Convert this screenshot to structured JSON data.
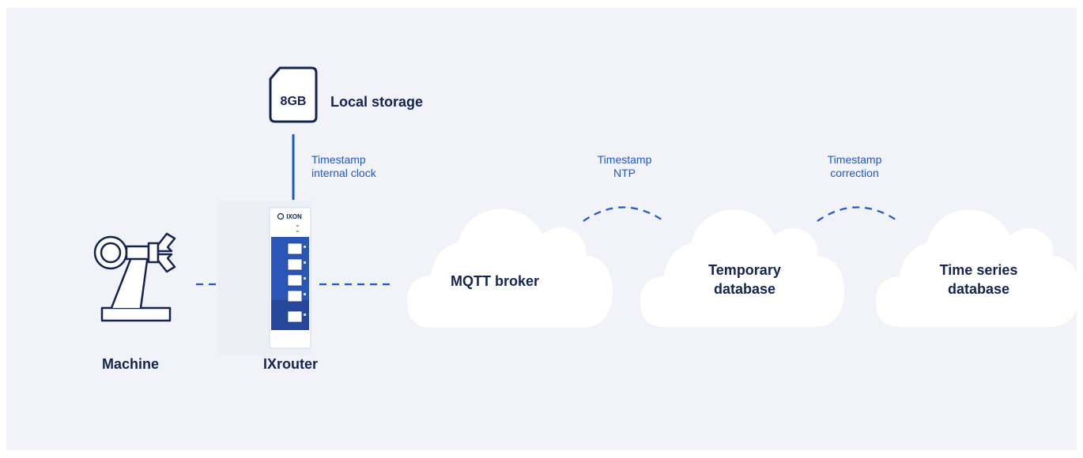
{
  "storage": {
    "capacity": "8GB",
    "label": "Local storage"
  },
  "nodes": {
    "machine": "Machine",
    "router": "IXrouter",
    "router_brand": "IXON",
    "broker": "MQTT broker",
    "temp_db_line1": "Temporary",
    "temp_db_line2": "database",
    "ts_db_line1": "Time series",
    "ts_db_line2": "database"
  },
  "timestamps": {
    "internal": {
      "line1": "Timestamp",
      "line2": "internal clock"
    },
    "ntp": {
      "line1": "Timestamp",
      "line2": "NTP"
    },
    "correction": {
      "line1": "Timestamp",
      "line2": "correction"
    }
  },
  "colors": {
    "background": "#f1f3f8",
    "navy": "#142452",
    "accent_blue": "#1f58c9",
    "cloud_fill": "#ffffff",
    "router_blue": "#2a56b8"
  },
  "icons": {
    "storage": "sd-card-icon",
    "machine": "robot-arm-icon",
    "router": "router-device-icon",
    "cloud": "cloud-icon"
  }
}
